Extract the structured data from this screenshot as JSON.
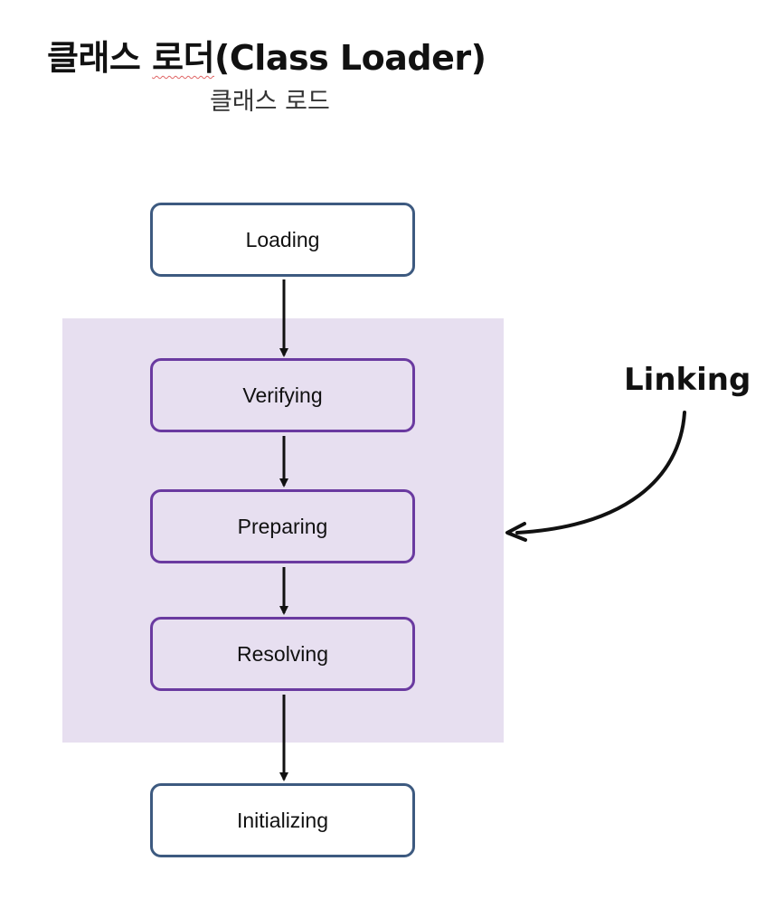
{
  "header": {
    "title_ko": "클래스 ",
    "title_underlined": "로더",
    "title_en": "(Class Loader)",
    "subtitle": "클래스 로드"
  },
  "diagram": {
    "steps": [
      {
        "label": "Loading"
      },
      {
        "label": "Verifying"
      },
      {
        "label": "Preparing"
      },
      {
        "label": "Resolving"
      },
      {
        "label": "Initializing"
      }
    ],
    "group_label": "Linking"
  },
  "colors": {
    "outer_border": "#3d5a80",
    "inner_border": "#6a3aa0",
    "linking_fill": "#e7dff0"
  }
}
